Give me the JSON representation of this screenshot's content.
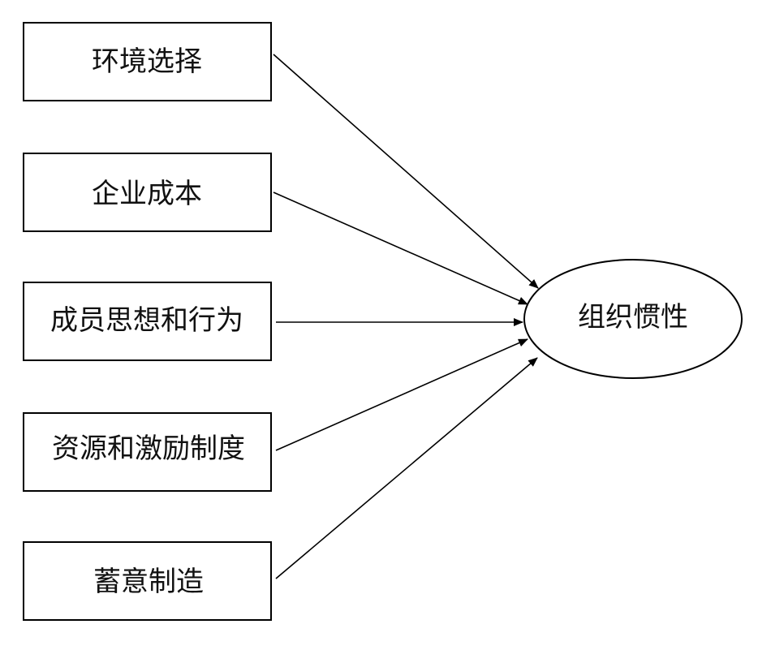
{
  "factors": [
    {
      "label": "环境选择"
    },
    {
      "label": "企业成本"
    },
    {
      "label": "成员思想和行为"
    },
    {
      "label": "资源和激励制度"
    },
    {
      "label": "蓄意制造"
    }
  ],
  "target": {
    "label": "组织惯性"
  }
}
